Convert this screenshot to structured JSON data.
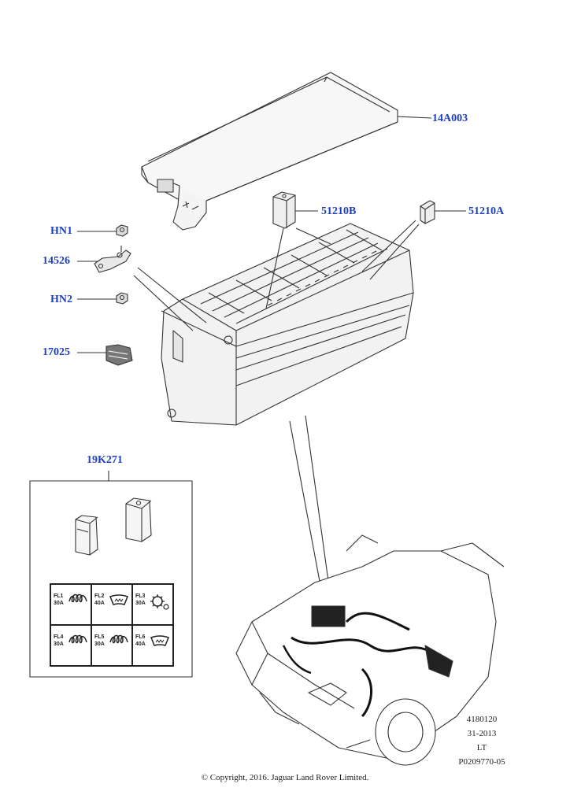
{
  "diagram": {
    "callouts": {
      "cover": "14A003",
      "fuse_b": "51210B",
      "fuse_a": "51210A",
      "nut_1": "HN1",
      "bracket": "14526",
      "nut_2": "HN2",
      "connector": "17025",
      "kit": "19K271"
    },
    "fuse_legend": [
      {
        "code": "FL1",
        "rating": "30A",
        "icon": "coil-icon"
      },
      {
        "code": "FL2",
        "rating": "40A",
        "icon": "windscreen-heater-icon"
      },
      {
        "code": "FL3",
        "rating": "30A",
        "icon": "fan-icon"
      },
      {
        "code": "FL4",
        "rating": "30A",
        "icon": "coil-icon"
      },
      {
        "code": "FL5",
        "rating": "30A",
        "icon": "coil-icon"
      },
      {
        "code": "FL6",
        "rating": "40A",
        "icon": "windscreen-heater-icon"
      }
    ],
    "info_block": {
      "catalog_no": "4180120",
      "date_code": "31-2013",
      "region": "LT",
      "illustration_id": "P0209770-05"
    },
    "copyright": "© Copyright, 2016. Jaguar Land Rover Limited."
  },
  "colors": {
    "callout_text": "#1f3fbf",
    "line_art": "#333333",
    "housing_fill": "#f2f2f2"
  }
}
